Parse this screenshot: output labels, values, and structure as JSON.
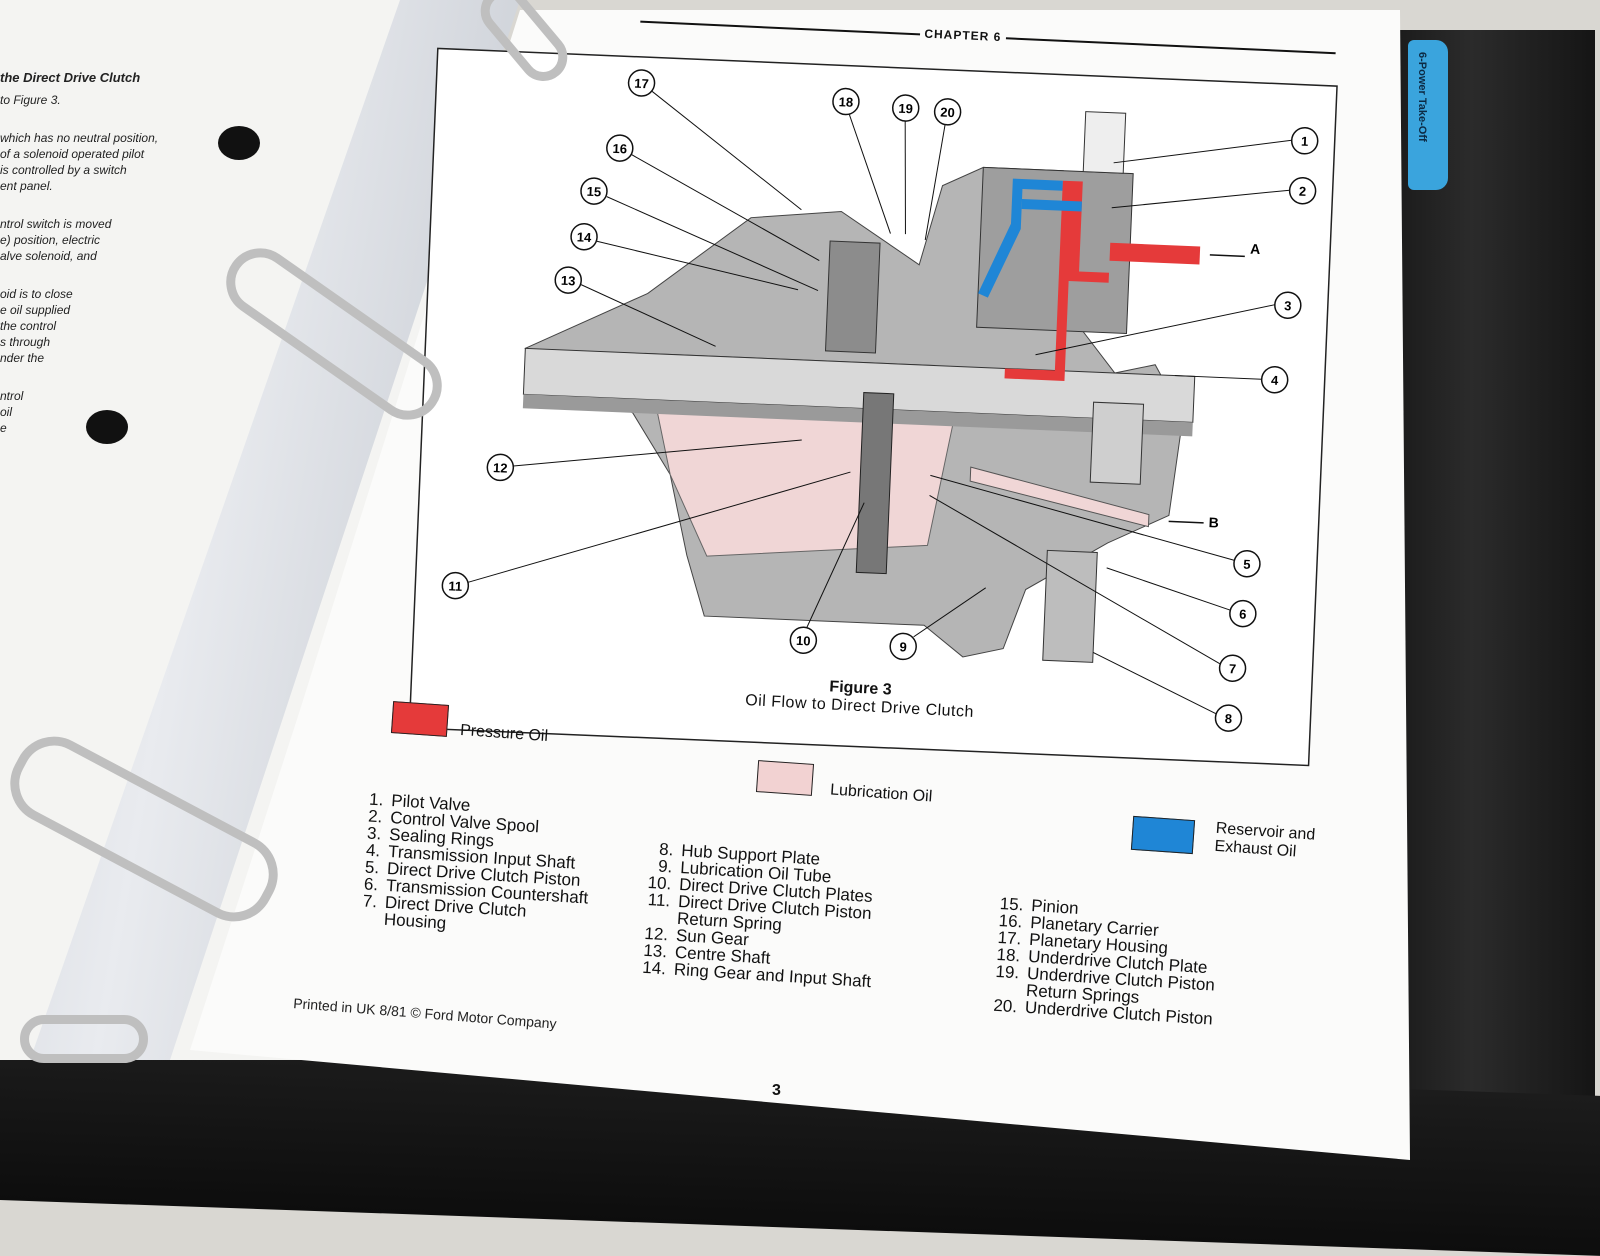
{
  "left_page": {
    "heading": "the Direct Drive Clutch",
    "paragraphs": [
      "to Figure 3.",
      "which has no neutral position,\nof a solenoid operated pilot\nis controlled by a switch\nent panel.",
      "ntrol switch is moved\ne) position, electric\nalve solenoid, and",
      "oid is to close\ne oil supplied\nthe control\ns through\nnder the",
      "ntrol\noil\ne"
    ]
  },
  "header": {
    "chapter": "CHAPTER 6"
  },
  "tab": {
    "label": "6-Power Take-Off"
  },
  "figure": {
    "title": "Figure 3",
    "subtitle": "Oil Flow to Direct Drive Clutch",
    "callouts": [
      "1",
      "2",
      "3",
      "4",
      "5",
      "6",
      "7",
      "8",
      "9",
      "10",
      "11",
      "12",
      "13",
      "14",
      "15",
      "16",
      "17",
      "18",
      "19",
      "20"
    ],
    "port_a": "A",
    "port_b": "B"
  },
  "legend": [
    {
      "label": "Pressure Oil",
      "color": "#e53a3a"
    },
    {
      "label": "Lubrication Oil",
      "color": "#f2d2d2"
    },
    {
      "label": "Reservoir and Exhaust Oil",
      "color": "#1f86d6"
    }
  ],
  "parts_col1": [
    {
      "n": "1.",
      "t": "Pilot Valve"
    },
    {
      "n": "2.",
      "t": "Control Valve Spool"
    },
    {
      "n": "3.",
      "t": "Sealing Rings"
    },
    {
      "n": "4.",
      "t": "Transmission Input Shaft"
    },
    {
      "n": "5.",
      "t": "Direct Drive Clutch Piston"
    },
    {
      "n": "6.",
      "t": "Transmission Countershaft"
    },
    {
      "n": "7.",
      "t": "Direct Drive Clutch"
    },
    {
      "n": "",
      "t": "Housing"
    }
  ],
  "parts_col2": [
    {
      "n": "8.",
      "t": "Hub Support Plate"
    },
    {
      "n": "9.",
      "t": "Lubrication Oil Tube"
    },
    {
      "n": "10.",
      "t": "Direct Drive Clutch Plates"
    },
    {
      "n": "11.",
      "t": "Direct Drive Clutch Piston"
    },
    {
      "n": "",
      "t": "Return Spring"
    },
    {
      "n": "12.",
      "t": "Sun Gear"
    },
    {
      "n": "13.",
      "t": "Centre Shaft"
    },
    {
      "n": "14.",
      "t": "Ring Gear and Input Shaft"
    }
  ],
  "parts_col3": [
    {
      "n": "15.",
      "t": "Pinion"
    },
    {
      "n": "16.",
      "t": "Planetary Carrier"
    },
    {
      "n": "17.",
      "t": "Planetary Housing"
    },
    {
      "n": "18.",
      "t": "Underdrive Clutch Plate"
    },
    {
      "n": "19.",
      "t": "Underdrive Clutch Piston"
    },
    {
      "n": "",
      "t": "Return Springs"
    },
    {
      "n": "20.",
      "t": "Underdrive Clutch Piston"
    }
  ],
  "footer": {
    "printed": "Printed in UK 8/81 © Ford Motor Company",
    "page": "3"
  }
}
